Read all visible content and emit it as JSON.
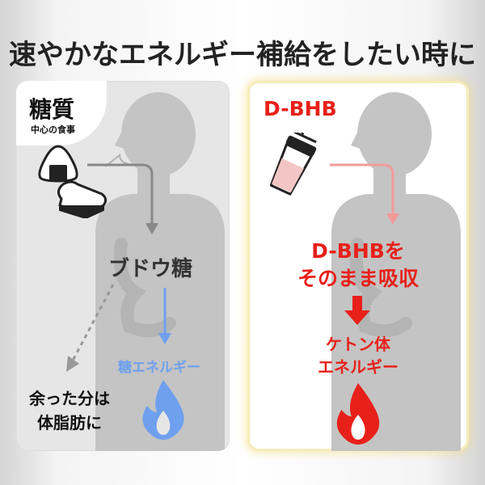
{
  "title": "速やかなエネルギー補給をしたい時に",
  "left_panel": {
    "carb_label": "糖質",
    "carb_sublabel": "中心の食事",
    "glucose_label": "ブドウ糖",
    "glucose_energy_label": "糖エネルギー",
    "excess_line1": "余った分は",
    "excess_line2": "体脂肪に"
  },
  "right_panel": {
    "product_label": "D-BHB",
    "absorb_line1": "D-BHBを",
    "absorb_line2": "そのまま吸収",
    "ketone_line1": "ケトン体",
    "ketone_line2": "エネルギー"
  },
  "colors": {
    "accent_red": "#e8201a",
    "accent_blue": "#6ea0ee",
    "silhouette_gray": "#c4c4c4",
    "panel_gray": "#e6e6e6",
    "highlight_yellow": "#f6ecba"
  },
  "icons": [
    "rice-ball-icon",
    "bread-icon",
    "shaker-bottle-icon",
    "blue-flame-icon",
    "red-flame-icon",
    "down-arrow-icon"
  ]
}
